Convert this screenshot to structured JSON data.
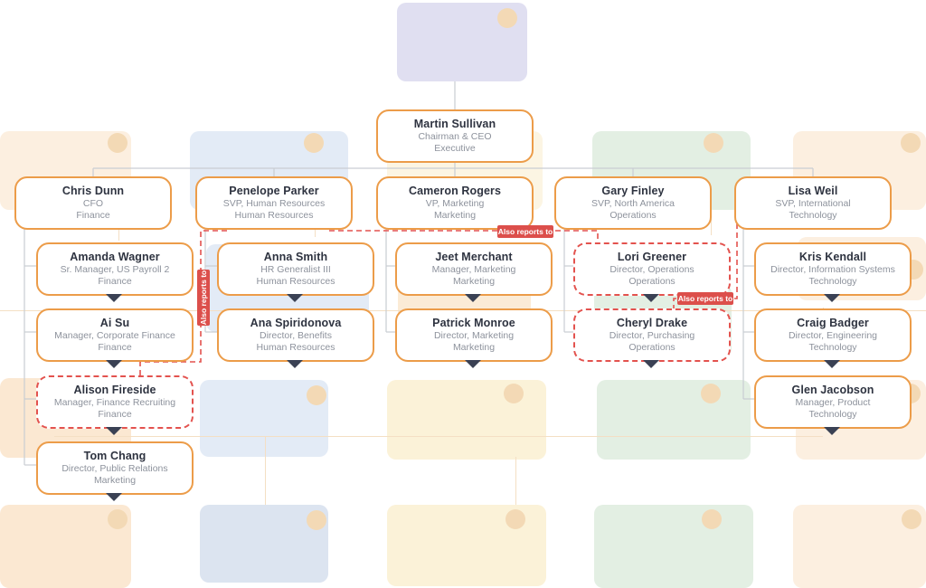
{
  "app": {
    "view": "organization-chart"
  },
  "connector_labels": {
    "also_reports_to": "Also reports to"
  },
  "people": {
    "martin_sullivan": {
      "name": "Martin Sullivan",
      "title": "Chairman & CEO",
      "department": "Executive"
    },
    "chris_dunn": {
      "name": "Chris Dunn",
      "title": "CFO",
      "department": "Finance"
    },
    "penelope_parker": {
      "name": "Penelope Parker",
      "title": "SVP, Human Resources",
      "department": "Human Resources"
    },
    "cameron_rogers": {
      "name": "Cameron Rogers",
      "title": "VP, Marketing",
      "department": "Marketing"
    },
    "gary_finley": {
      "name": "Gary Finley",
      "title": "SVP, North America",
      "department": "Operations"
    },
    "lisa_weil": {
      "name": "Lisa Weil",
      "title": "SVP, International",
      "department": "Technology"
    },
    "amanda_wagner": {
      "name": "Amanda Wagner",
      "title": "Sr. Manager, US Payroll 2",
      "department": "Finance"
    },
    "anna_smith": {
      "name": "Anna Smith",
      "title": "HR Generalist III",
      "department": "Human Resources"
    },
    "jeet_merchant": {
      "name": "Jeet Merchant",
      "title": "Manager, Marketing",
      "department": "Marketing"
    },
    "lori_greener": {
      "name": "Lori Greener",
      "title": "Director, Operations",
      "department": "Operations"
    },
    "kris_kendall": {
      "name": "Kris Kendall",
      "title": "Director, Information Systems",
      "department": "Technology"
    },
    "ai_su": {
      "name": "Ai Su",
      "title": "Manager, Corporate Finance",
      "department": "Finance"
    },
    "ana_spiridonova": {
      "name": "Ana Spiridonova",
      "title": "Director, Benefits",
      "department": "Human Resources"
    },
    "patrick_monroe": {
      "name": "Patrick Monroe",
      "title": "Director, Marketing",
      "department": "Marketing"
    },
    "cheryl_drake": {
      "name": "Cheryl Drake",
      "title": "Director, Purchasing",
      "department": "Operations"
    },
    "craig_badger": {
      "name": "Craig Badger",
      "title": "Director, Engineering",
      "department": "Technology"
    },
    "alison_fireside": {
      "name": "Alison Fireside",
      "title": "Manager, Finance Recruiting",
      "department": "Finance"
    },
    "glen_jacobson": {
      "name": "Glen Jacobson",
      "title": "Manager, Product",
      "department": "Technology"
    },
    "tom_chang": {
      "name": "Tom Chang",
      "title": "Director, Public Relations",
      "department": "Marketing"
    }
  },
  "colors": {
    "card_border": "#EC9C49",
    "dotted_highlight_border": "#E3524E",
    "badge_background": "#DC4F4B",
    "name_text": "#2E3340",
    "meta_text": "#8D929C",
    "tree_line": "#C9CDD3",
    "collapse_triangle": "#3A4154"
  }
}
